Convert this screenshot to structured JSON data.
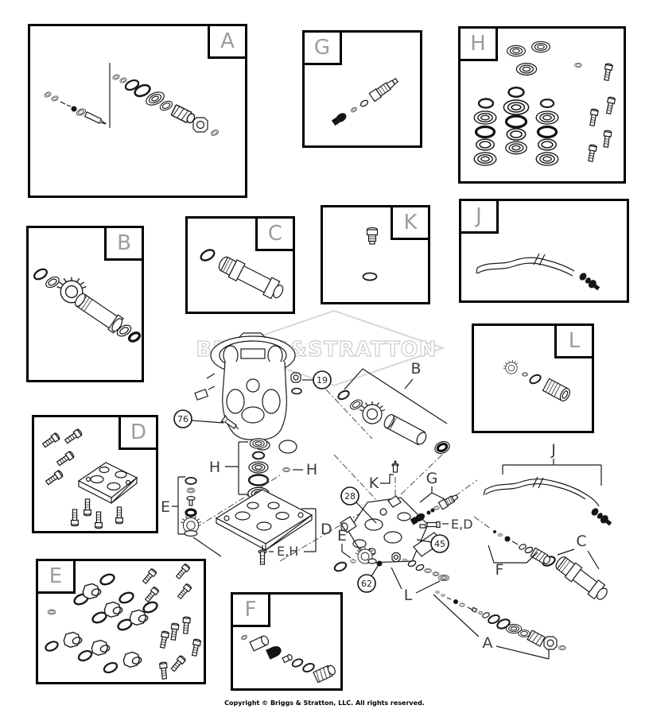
{
  "watermark": {
    "text": "BRIGGS&STRATTON"
  },
  "footer": {
    "copyright": "Copyright © Briggs & Stratton, LLC. All rights reserved."
  },
  "part_boxes": {
    "a": {
      "label": "A"
    },
    "b": {
      "label": "B"
    },
    "c": {
      "label": "C"
    },
    "d": {
      "label": "D"
    },
    "e": {
      "label": "E"
    },
    "f": {
      "label": "F"
    },
    "g": {
      "label": "G"
    },
    "h": {
      "label": "H"
    },
    "j": {
      "label": "J"
    },
    "k": {
      "label": "K"
    },
    "l": {
      "label": "L"
    }
  },
  "callouts": {
    "c19": "19",
    "c76": "76",
    "c28": "28",
    "c45": "45",
    "c62": "62"
  },
  "assembly_refs": {
    "b": "B",
    "h_left": "H",
    "h_right": "H",
    "e_left": "E",
    "d": "D",
    "eh": "E,H",
    "k": "K",
    "g": "G",
    "ed": "E,D",
    "e_valve": "E",
    "l": "L",
    "j": "J",
    "c": "C",
    "f": "F",
    "a": "A"
  }
}
